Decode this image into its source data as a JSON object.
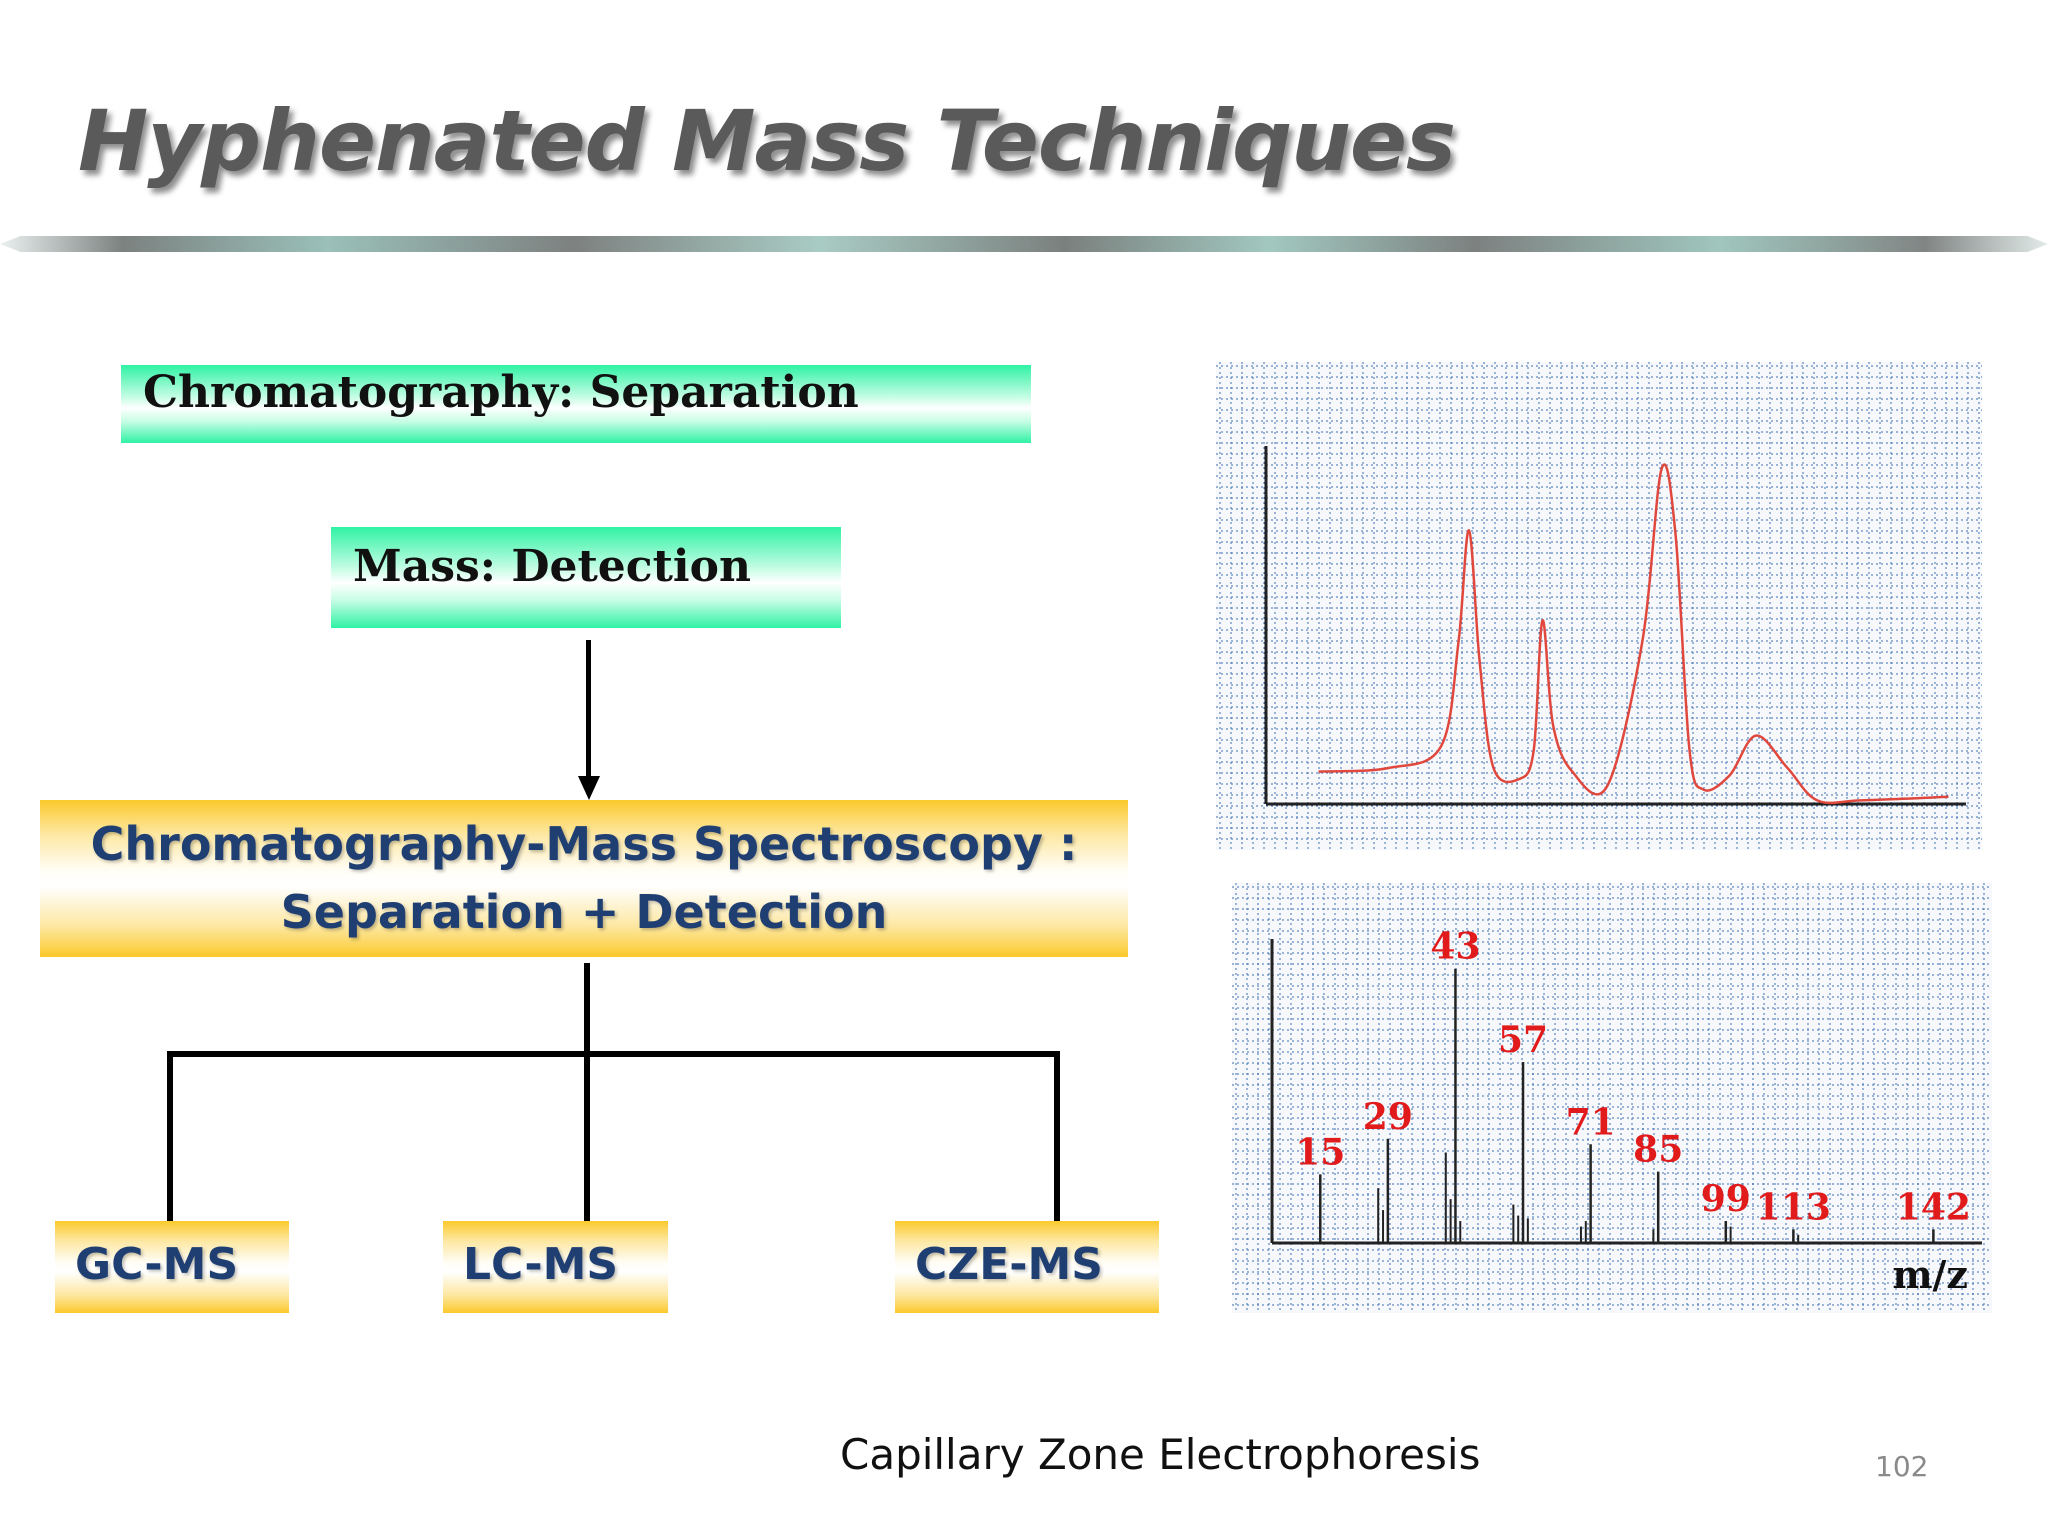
{
  "slide": {
    "title": "Hyphenated Mass Techniques",
    "caption": "Capillary Zone Electrophoresis",
    "page_number": "102"
  },
  "flow": {
    "separation_label": "Chromatography: Separation",
    "detection_label": "Mass: Detection",
    "combined_line1": "Chromatography-Mass Spectroscopy :",
    "combined_line2": "Separation + Detection",
    "techniques": [
      "GC-MS",
      "LC-MS",
      "CZE-MS"
    ]
  },
  "colors": {
    "green_box": "#2ff2a4",
    "gold_box": "#fbc92b",
    "label_blue": "#1f3f73",
    "grid_blue": "#3f6fb5",
    "trace_red": "#e0483e",
    "peak_label_red": "#e11b1b"
  },
  "chart_data": [
    {
      "type": "line",
      "description_visible": "chromatogram",
      "title": "",
      "xlabel": "",
      "ylabel": "",
      "grid": true,
      "x": [
        0,
        4,
        7,
        8,
        8.6,
        9.2,
        10,
        11.5,
        12.3,
        12.8,
        13.4,
        14.5,
        16.5,
        18.5,
        19.6,
        20.4,
        21.2,
        22,
        23.5,
        25,
        26.8,
        28.5,
        31,
        36
      ],
      "y": [
        0.9,
        1.0,
        1.6,
        4.5,
        7.6,
        4.0,
        1.0,
        0.7,
        1.5,
        5.1,
        2.2,
        0.9,
        0.5,
        4.5,
        9.3,
        7.5,
        1.5,
        0.4,
        0.8,
        1.9,
        1.0,
        0.1,
        0.1,
        0.2
      ],
      "xlim": [
        -3,
        37
      ],
      "ylim": [
        0,
        10
      ]
    },
    {
      "type": "bar",
      "description_visible": "mass spectrum",
      "xlabel": "m/z",
      "grid": true,
      "labeled_peaks": [
        {
          "mz": "15",
          "x": 15,
          "value": 0.25
        },
        {
          "mz": "29",
          "x": 29,
          "value": 0.38
        },
        {
          "mz": "43",
          "x": 43,
          "value": 1.0
        },
        {
          "mz": "57",
          "x": 57,
          "value": 0.66
        },
        {
          "mz": "71",
          "x": 71,
          "value": 0.36
        },
        {
          "mz": "85",
          "x": 85,
          "value": 0.26
        },
        {
          "mz": "99",
          "x": 99,
          "value": 0.08
        },
        {
          "mz": "113",
          "x": 113,
          "value": 0.05
        },
        {
          "mz": "142",
          "x": 142,
          "value": 0.05
        }
      ],
      "minor_peaks": [
        {
          "x": 27,
          "value": 0.2
        },
        {
          "x": 28,
          "value": 0.12
        },
        {
          "x": 41,
          "value": 0.33
        },
        {
          "x": 42,
          "value": 0.16
        },
        {
          "x": 44,
          "value": 0.08
        },
        {
          "x": 55,
          "value": 0.14
        },
        {
          "x": 56,
          "value": 0.1
        },
        {
          "x": 58,
          "value": 0.09
        },
        {
          "x": 69,
          "value": 0.06
        },
        {
          "x": 70,
          "value": 0.08
        },
        {
          "x": 84,
          "value": 0.05
        },
        {
          "x": 100,
          "value": 0.06
        },
        {
          "x": 114,
          "value": 0.03
        }
      ],
      "xlim": [
        5,
        150
      ],
      "ylim": [
        0,
        1.05
      ]
    }
  ]
}
